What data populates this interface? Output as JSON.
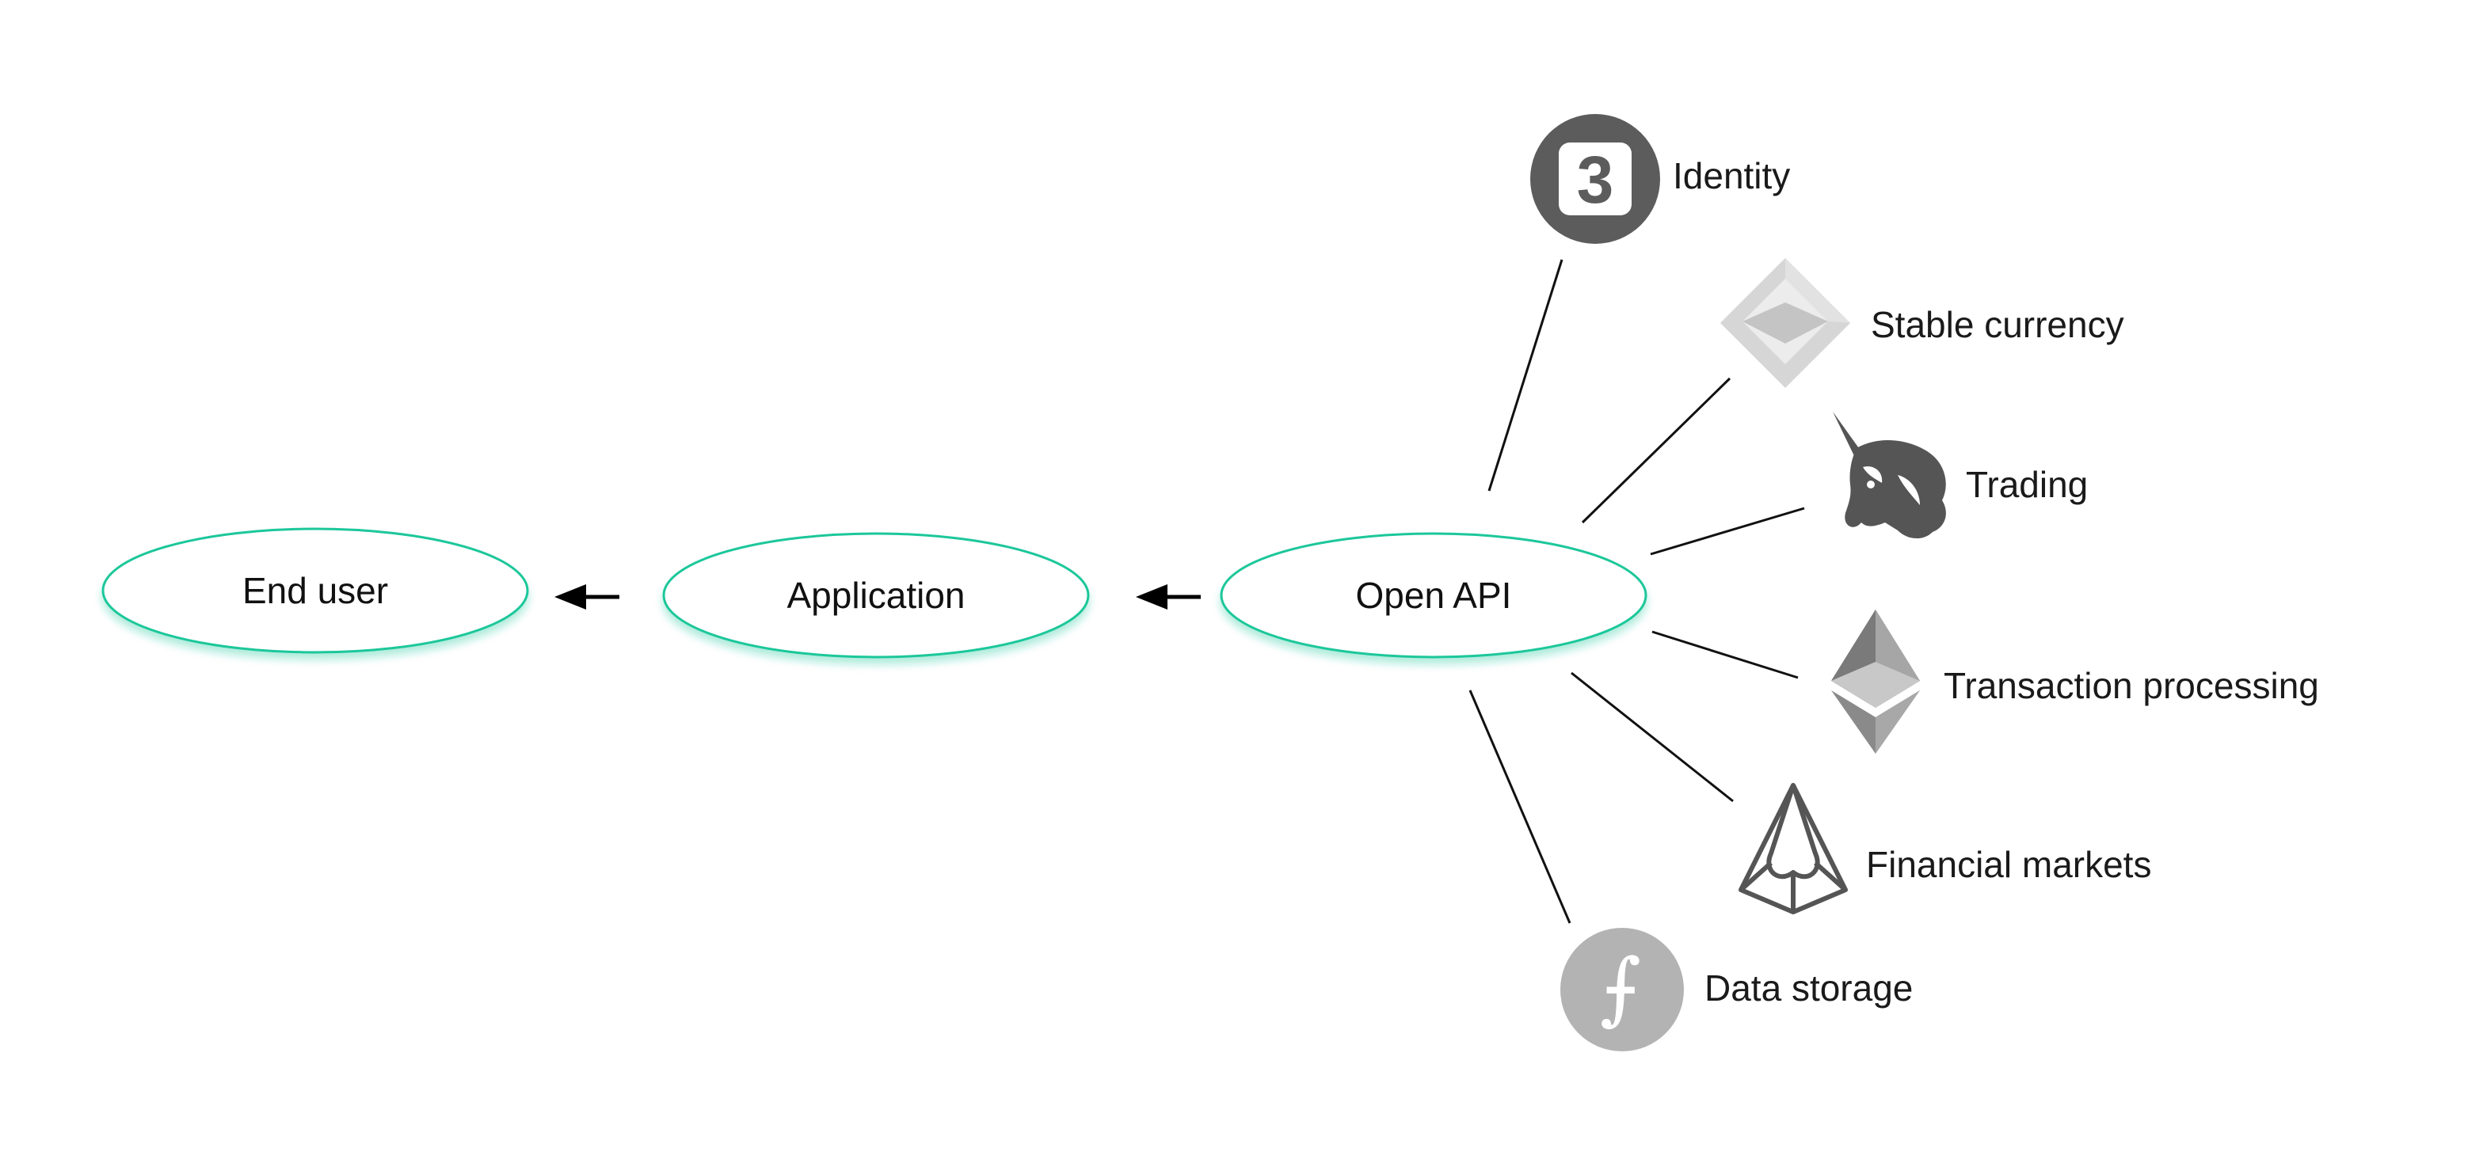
{
  "nodes": {
    "end_user": "End user",
    "application": "Application",
    "open_api": "Open API"
  },
  "services": {
    "identity": "Identity",
    "stable_currency": "Stable currency",
    "trading": "Trading",
    "transaction_processing": "Transaction processing",
    "financial_markets": "Financial markets",
    "data_storage": "Data storage"
  },
  "icons": {
    "identity": "3box-icon",
    "stable_currency": "dai-icon",
    "trading": "uniswap-unicorn-icon",
    "transaction_processing": "ethereum-icon",
    "financial_markets": "augur-icon",
    "data_storage": "filecoin-icon"
  },
  "identity_icon_text": "3",
  "data_storage_icon_text": "⨍",
  "colors": {
    "node_outline": "#1fc79a",
    "icon_dark": "#555555",
    "icon_light": "#b0b0b0"
  }
}
